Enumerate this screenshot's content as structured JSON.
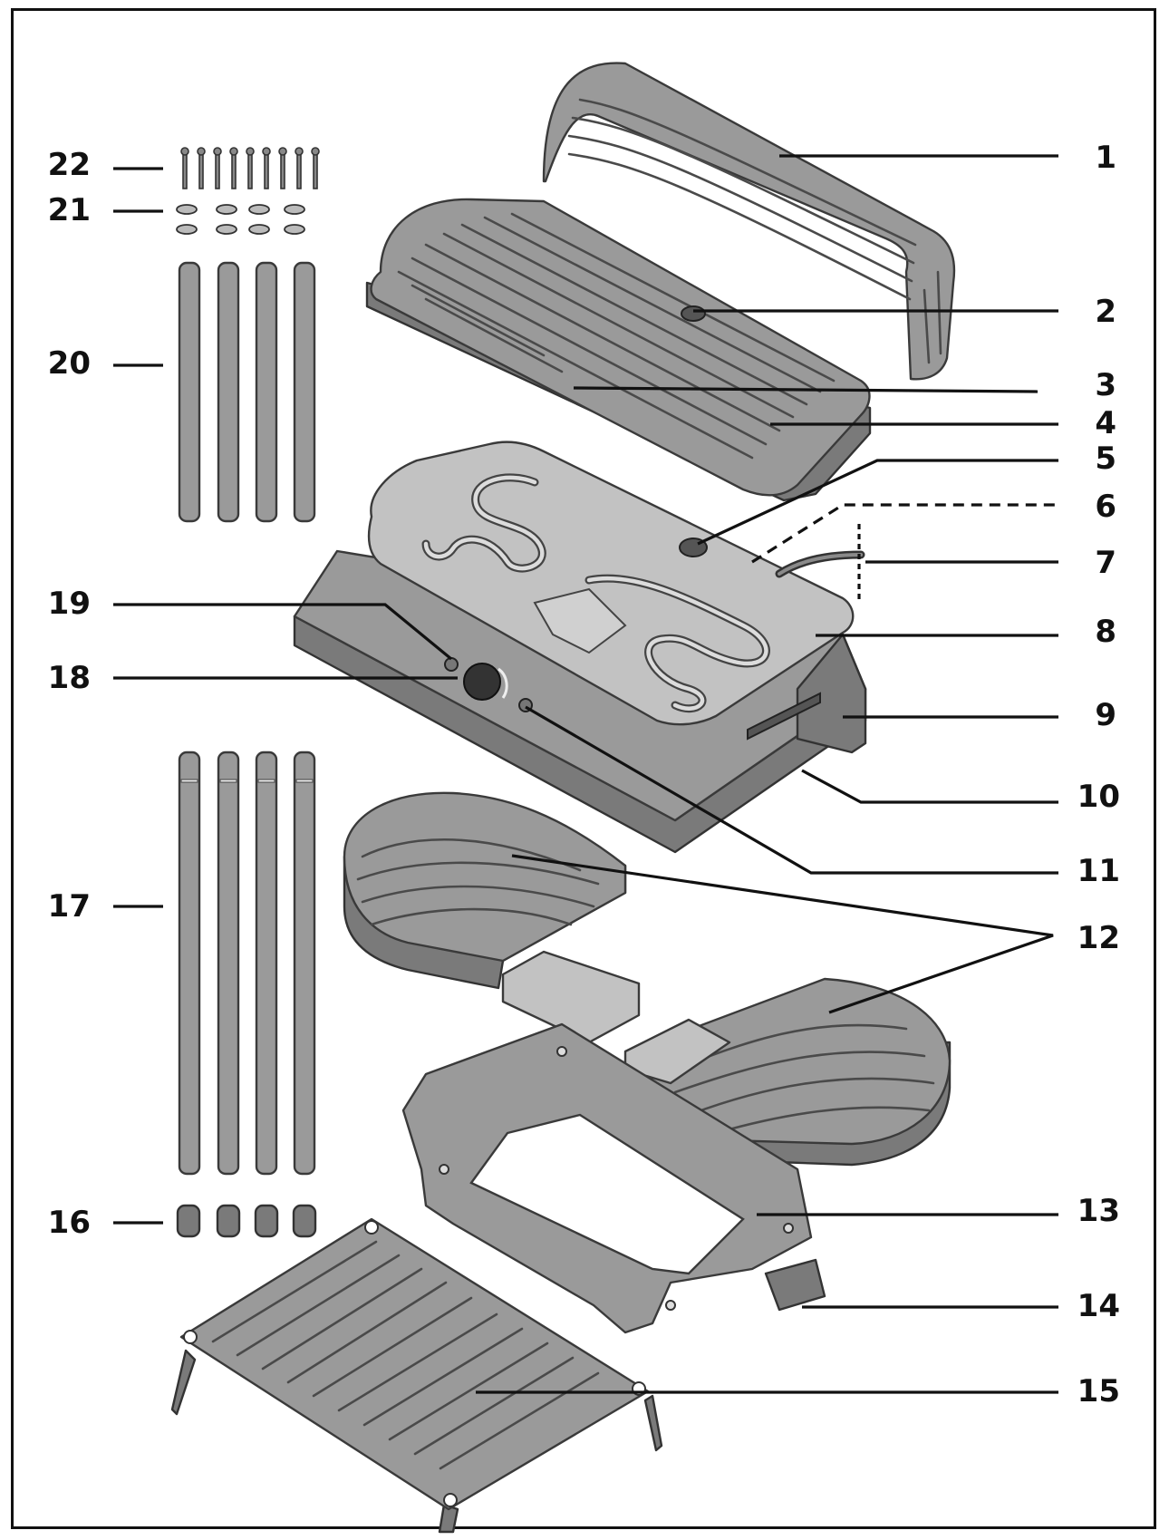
{
  "labels": {
    "l1": "1",
    "l2": "2",
    "l3": "3",
    "l4": "4",
    "l5": "5",
    "l6": "6",
    "l7": "7",
    "l8": "8",
    "l9": "9",
    "l10": "10",
    "l11": "11",
    "l12": "12",
    "l13": "13",
    "l14": "14",
    "l15": "15",
    "l16": "16",
    "l17": "17",
    "l18": "18",
    "l19": "19",
    "l20": "20",
    "l21": "21",
    "l22": "22"
  },
  "colors": {
    "ink": "#111111",
    "part_fill": "#9a9a9a",
    "light_fill": "#c2c2c2"
  }
}
